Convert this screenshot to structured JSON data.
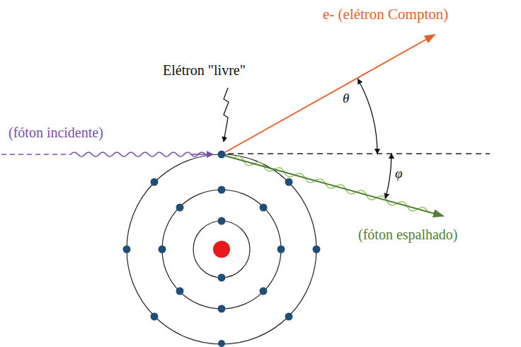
{
  "diagram": {
    "labels": [
      "e- (elétron Compton)",
      "Elétron \"livre\"",
      "(fóton incidente)",
      "θ",
      "φ",
      "(fóton espalhado)"
    ]
  }
}
